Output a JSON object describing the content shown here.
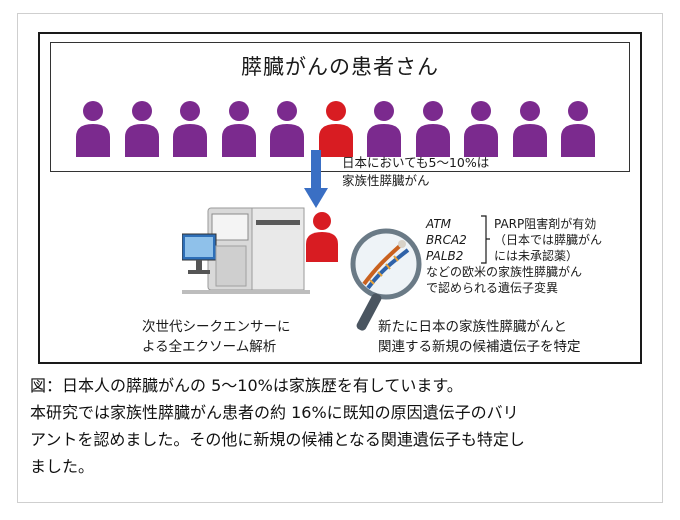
{
  "figure": {
    "title": "膵臓がんの患者さん",
    "people": [
      {
        "color": "#7b2a8e"
      },
      {
        "color": "#7b2a8e"
      },
      {
        "color": "#7b2a8e"
      },
      {
        "color": "#7b2a8e"
      },
      {
        "color": "#7b2a8e"
      },
      {
        "color": "#d81c22"
      },
      {
        "color": "#7b2a8e"
      },
      {
        "color": "#7b2a8e"
      },
      {
        "color": "#7b2a8e"
      },
      {
        "color": "#7b2a8e"
      },
      {
        "color": "#7b2a8e"
      }
    ],
    "arrow_note": [
      "日本においても5～10%は",
      "家族性膵臓がん"
    ],
    "genes": [
      "ATM",
      "BRCA2",
      "PALB2"
    ],
    "parp_note": [
      "PARP阻害剤が有効",
      "（日本では膵臓がん",
      "には未承認薬）"
    ],
    "variant_note": [
      "などの欧米の家族性膵臓がん",
      "で認められる遺伝子変異"
    ],
    "sequencer_caption": [
      "次世代シークエンサーに",
      "よる全エクソーム解析"
    ],
    "discovery_caption": [
      "新たに日本の家族性膵臓がんと",
      "関連する新規の候補遺伝子を特定"
    ]
  },
  "caption": [
    "図：日本人の膵臓がんの 5～10%は家族歴を有しています。",
    "本研究では家族性膵臓がん患者の約 16%に既知の原因遺伝子のバリ",
    "アントを認めました。その他に新規の候補となる関連遺伝子も特定し",
    "ました。"
  ],
  "colors": {
    "purple": "#7b2a8e",
    "red": "#d81c22",
    "arrow": "#3a6fc4"
  }
}
